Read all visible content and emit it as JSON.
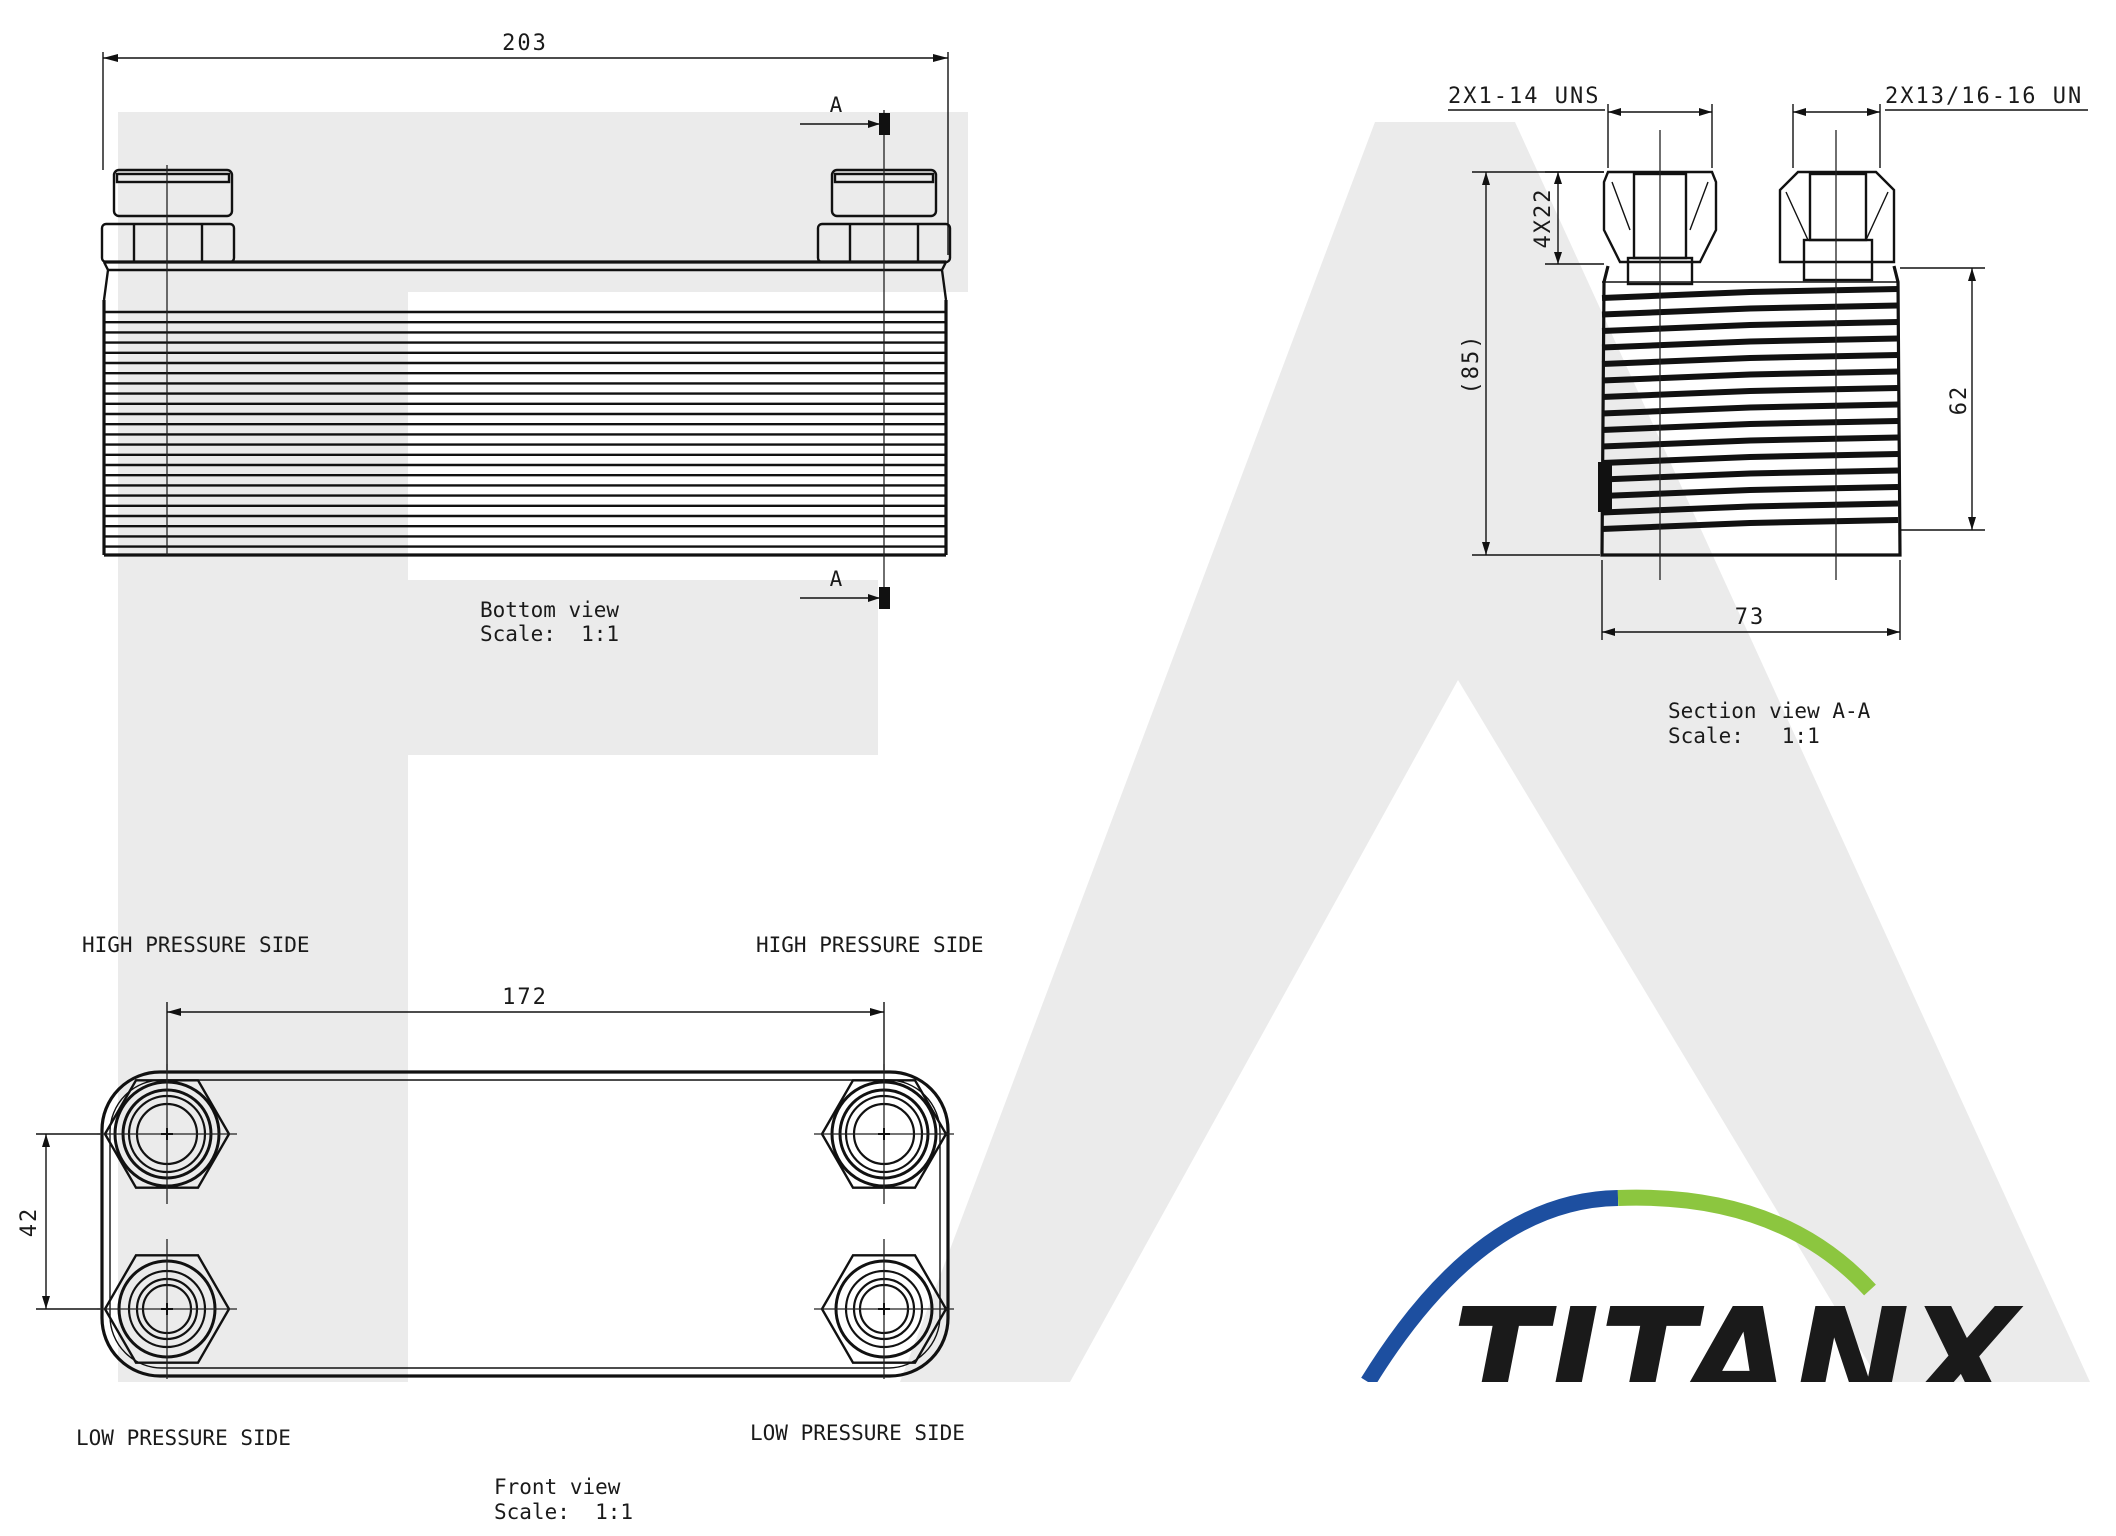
{
  "drawing": {
    "dimensions": {
      "overall_length": "203",
      "port_spacing": "172",
      "port_offset": "42",
      "section_width": "73",
      "section_height": "(85)",
      "plate_pack_height": "62",
      "port_depth": "4X22",
      "thread_left": "2X1-14 UNS",
      "thread_right": "2X13/16-16 UN"
    },
    "section_markers": {
      "top": "A",
      "bottom": "A"
    },
    "labels": {
      "high_pressure_left": "HIGH PRESSURE SIDE",
      "high_pressure_right": "HIGH PRESSURE SIDE",
      "low_pressure_left": "LOW PRESSURE SIDE",
      "low_pressure_right": "LOW PRESSURE SIDE"
    },
    "views": {
      "bottom": {
        "title": "Bottom view",
        "scale": "Scale:  1:1"
      },
      "section": {
        "title": "Section view A-A",
        "scale": "Scale:   1:1"
      },
      "front": {
        "title": "Front view",
        "scale": "Scale:  1:1"
      }
    }
  },
  "logo": {
    "text": "TITANX",
    "colors": {
      "text": "#1d4fa0",
      "arc_blue": "#1d4fa0",
      "arc_green": "#8cc63f",
      "x_green": "#8cc63f"
    }
  },
  "watermark": {
    "color": "#ebebeb"
  }
}
